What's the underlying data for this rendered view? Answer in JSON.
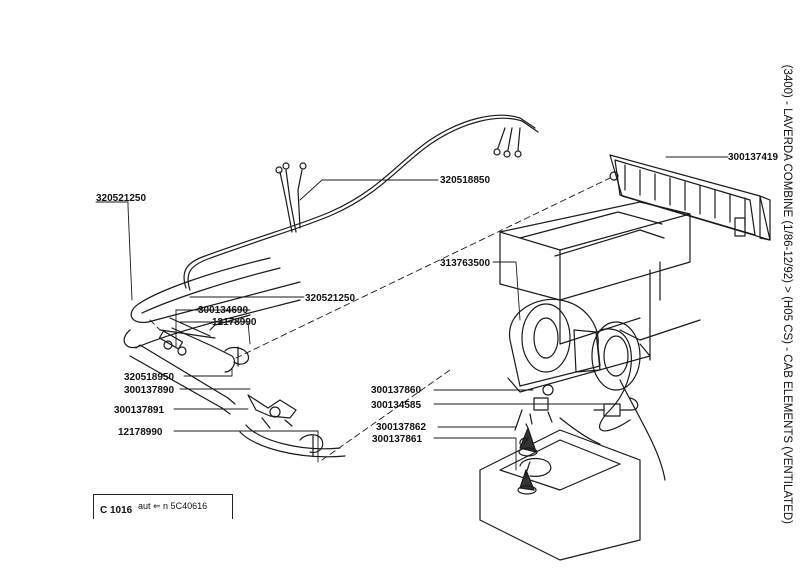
{
  "side_title": "(3400) - LAVERDA COMBINE (1/86-12/92) > (H05 CS) - CAB ELEMENTS (VENTILATED)",
  "reference_box": {
    "code": "C 1016",
    "note": "aut ⇐ n 5C40616"
  },
  "labels": [
    {
      "key": "heater_unit",
      "text": "300137419"
    },
    {
      "key": "wiring_harness",
      "text": "320518850"
    },
    {
      "key": "hose_long_top",
      "text": "320521250"
    },
    {
      "key": "hose_mid",
      "text": "320521250"
    },
    {
      "key": "hose_connector",
      "text": "300134690"
    },
    {
      "key": "hose_clamp_top",
      "text": "12178990"
    },
    {
      "key": "blower_motor",
      "text": "313763500"
    },
    {
      "key": "switch_a",
      "text": "300137860"
    },
    {
      "key": "switch_b",
      "text": "300134585"
    },
    {
      "key": "hose_short",
      "text": "320518950"
    },
    {
      "key": "valve",
      "text": "300137890"
    },
    {
      "key": "knob_a",
      "text": "300137862"
    },
    {
      "key": "fitting",
      "text": "300137891"
    },
    {
      "key": "knob_b",
      "text": "300137861"
    },
    {
      "key": "hose_clamp_bottom",
      "text": "12178990"
    }
  ]
}
